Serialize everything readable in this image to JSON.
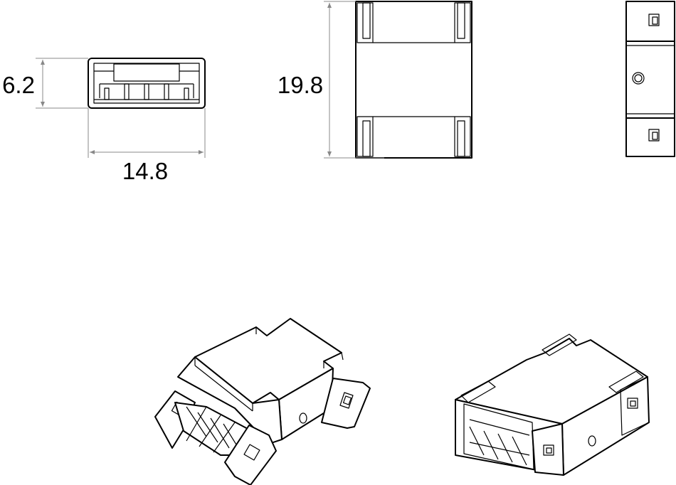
{
  "dimensions": {
    "height_label": "6.2",
    "width_label": "14.8",
    "length_label": "19.8"
  },
  "views": {
    "front": "connector-front-view",
    "top": "connector-top-view",
    "side": "connector-side-view",
    "iso_open": "connector-isometric-open",
    "iso_closed": "connector-isometric-closed"
  }
}
